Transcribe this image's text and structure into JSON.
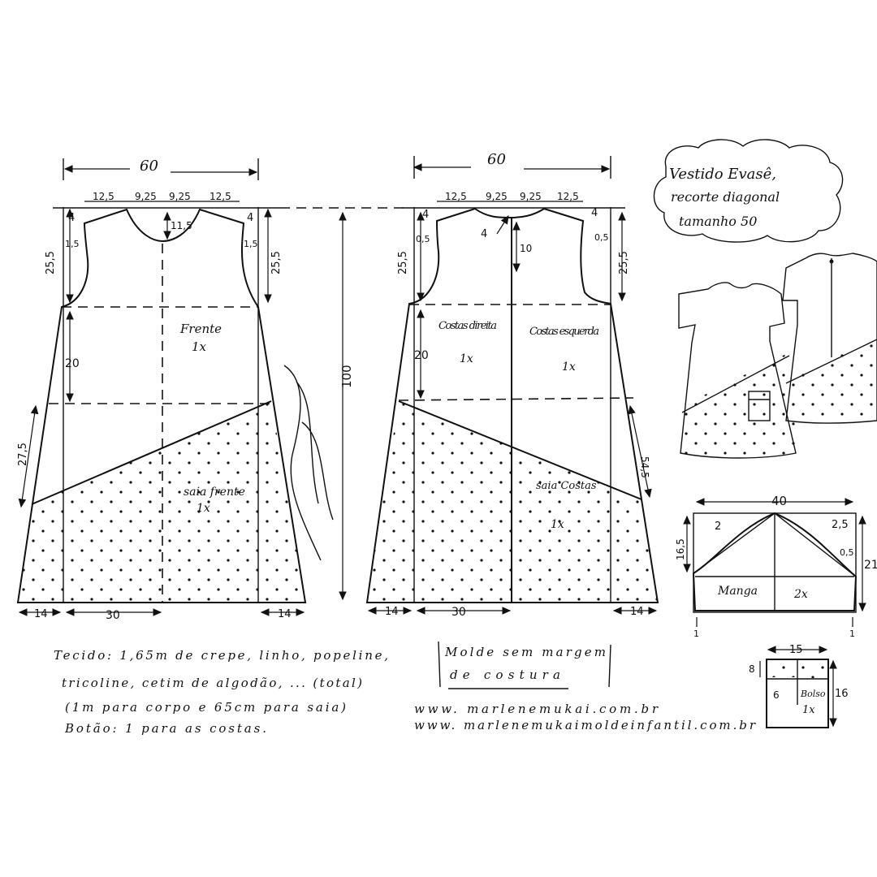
{
  "title": {
    "line1": "Vestido Evasê,",
    "line2": "recorte diagonal",
    "line3": "tamanho 50"
  },
  "front": {
    "width_label": "60",
    "top_segments": [
      "12,5",
      "9,25",
      "9,25",
      "12,5"
    ],
    "neck_depth": "11,5",
    "shoulder_drop_left": "4",
    "shoulder_drop_right": "4",
    "armhole_left": "1,5",
    "armhole_right": "1,5",
    "armhole_height_left": "25,5",
    "armhole_height_right": "25,5",
    "waist_drop": "20",
    "side_seam": "27,5",
    "total_length": "100",
    "piece_name": "Frente",
    "piece_qty": "1x",
    "skirt_name": "saia frente",
    "skirt_qty": "1x",
    "hem_left": "14",
    "hem_center": "30",
    "hem_right": "14"
  },
  "back": {
    "width_label": "60",
    "top_segments": [
      "12,5",
      "9,25",
      "9,25",
      "12,5"
    ],
    "neck_depth": "4",
    "center_slit": "10",
    "shoulder_drop_left": "4",
    "shoulder_drop_right": "4",
    "armhole_left": "0,5",
    "armhole_right": "0,5",
    "armhole_height_left": "25,5",
    "armhole_height_right": "25,5",
    "waist_drop": "20",
    "side_seam": "54,5",
    "piece_right_name": "Costas direita",
    "piece_right_qty": "1x",
    "piece_left_name": "Costas esquerda",
    "piece_left_qty": "1x",
    "skirt_name": "saia Costas",
    "skirt_qty": "1x",
    "hem_left": "14",
    "hem_center": "30",
    "hem_right": "14"
  },
  "sleeve": {
    "width": "40",
    "cap_height": "16,5",
    "total_height": "21",
    "curve_left": "2",
    "curve_right": "2,5",
    "edge": "0,5",
    "hem_left": "1",
    "hem_right": "1",
    "name": "Manga",
    "qty": "2x"
  },
  "pocket": {
    "width": "15",
    "flap": "8",
    "height": "16",
    "point": "6",
    "name": "Bolso",
    "qty": "1x"
  },
  "notes": {
    "fabric": "Tecido: 1,65m de crepe, linho, popeline,",
    "fabric2": "tricoline, cetim de algodão, ... (total)",
    "fabric3": "(1m para corpo e 65cm para saia)",
    "button": "Botão: 1 para as costas."
  },
  "seam_note": {
    "line1": "Molde sem margem",
    "line2": "de costura"
  },
  "urls": {
    "site1": "www. marlenemukai.com.br",
    "site2": "www. marlenemukaimoldeinfantil.com.br"
  },
  "colors": {
    "ink": "#111111",
    "paper": "#ffffff"
  }
}
